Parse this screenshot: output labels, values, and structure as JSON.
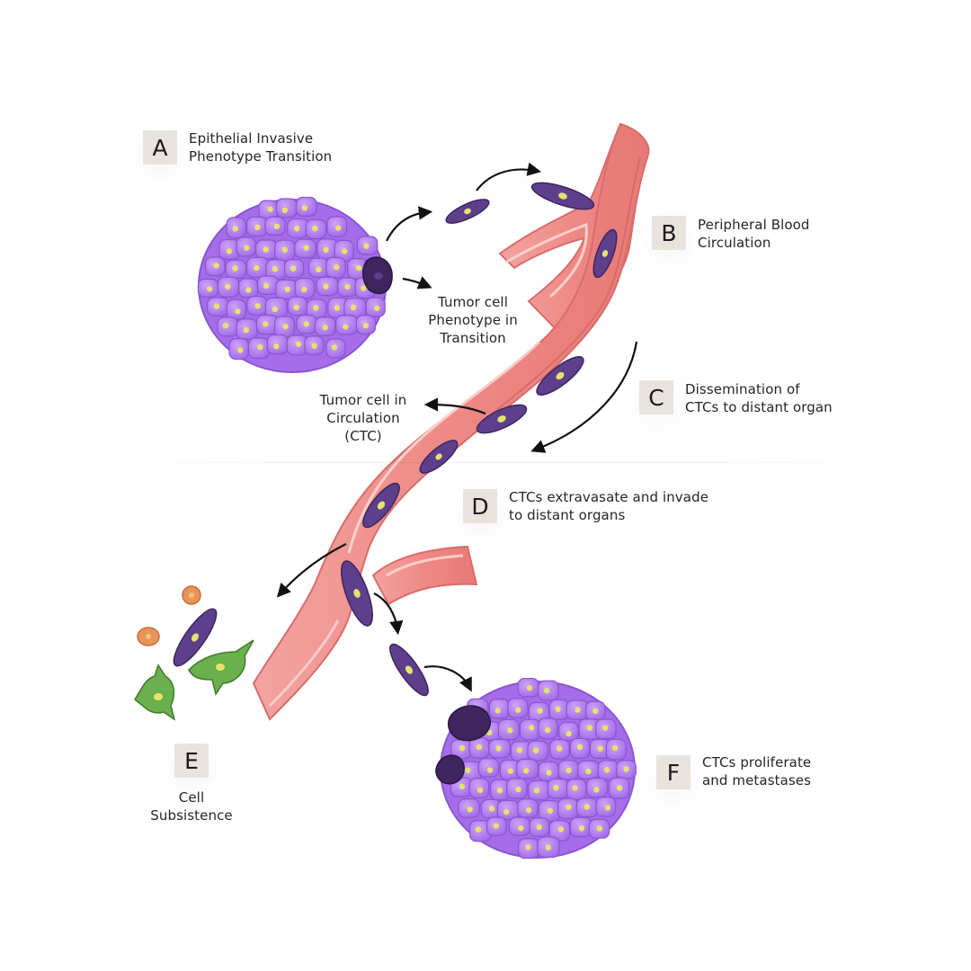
{
  "steps": [
    {
      "letter": "A",
      "lines": [
        "Epithelial Invasive",
        "Phenotype Transition"
      ]
    },
    {
      "letter": "B",
      "lines": [
        "Peripheral Blood",
        "Circulation"
      ]
    },
    {
      "letter": "C",
      "lines": [
        "Dissemination of",
        "CTCs to distant organ"
      ]
    },
    {
      "letter": "D",
      "lines": [
        "CTCs extravasate and invade",
        "to distant organs"
      ]
    },
    {
      "letter": "E",
      "lines": [
        "Cell",
        "Subsistence"
      ]
    },
    {
      "letter": "F",
      "lines": [
        "CTCs proliferate",
        "and metastases"
      ]
    }
  ],
  "annotations": {
    "transition": [
      "Tumor cell",
      "Phenotype in",
      "Transition"
    ],
    "circulation": [
      "Tumor cell in",
      "Circulation",
      "(CTC)"
    ]
  },
  "colors": {
    "vessel": "#ef8f8c",
    "vessel_edge": "#d86d6c",
    "vessel_highlight": "#fbd6d2",
    "tumor_cell": "#b27ef0",
    "tumor_cell_edge": "#8a55d2",
    "nucleus": "#e6e36c",
    "ctc": "#5d3f8c",
    "ctc_dark": "#3e2560",
    "stromal_green": "#6ab04c",
    "stromal_orange": "#e8955a",
    "arrow": "#111111",
    "badge_bg": "#e9e3dd"
  }
}
